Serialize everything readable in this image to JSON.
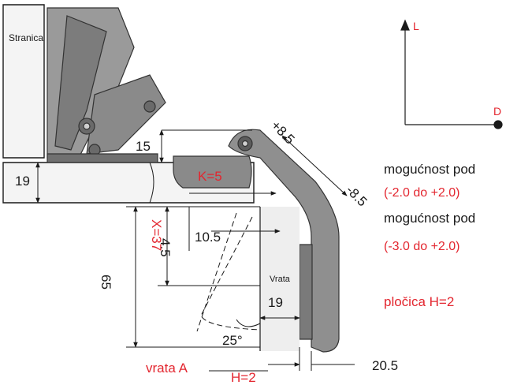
{
  "colors": {
    "text": "#1a1a1a",
    "accent": "#e3262f",
    "part_fill": "#8a8a8a",
    "part_dark": "#5c5c5c",
    "door_fill": "#e9e9e9",
    "panel_fill": "#f2f2f2"
  },
  "labels": {
    "stranica": "Stranica",
    "vrata": "Vrata",
    "vrata_a": "vrata A",
    "h_eq": "H=2",
    "k_eq": "K=5",
    "x_eq": "X=37"
  },
  "dimensions": {
    "d19_top": "19",
    "d15": "15",
    "d4_5": "4.5",
    "d10_5": "10.5",
    "d65": "65",
    "d19_door": "19",
    "angle25": "25°",
    "d20_5": "20.5",
    "plus8_5": "+8.5",
    "minus8_5": "-8.5"
  },
  "axes": {
    "up": "L",
    "right": "D"
  },
  "notes": {
    "line1": "mogućnost pod",
    "range1": "(-2.0 do +2.0)",
    "line2": "mogućnost pod",
    "range2": "(-3.0 do +2.0)",
    "plate": "pločica H=2"
  }
}
